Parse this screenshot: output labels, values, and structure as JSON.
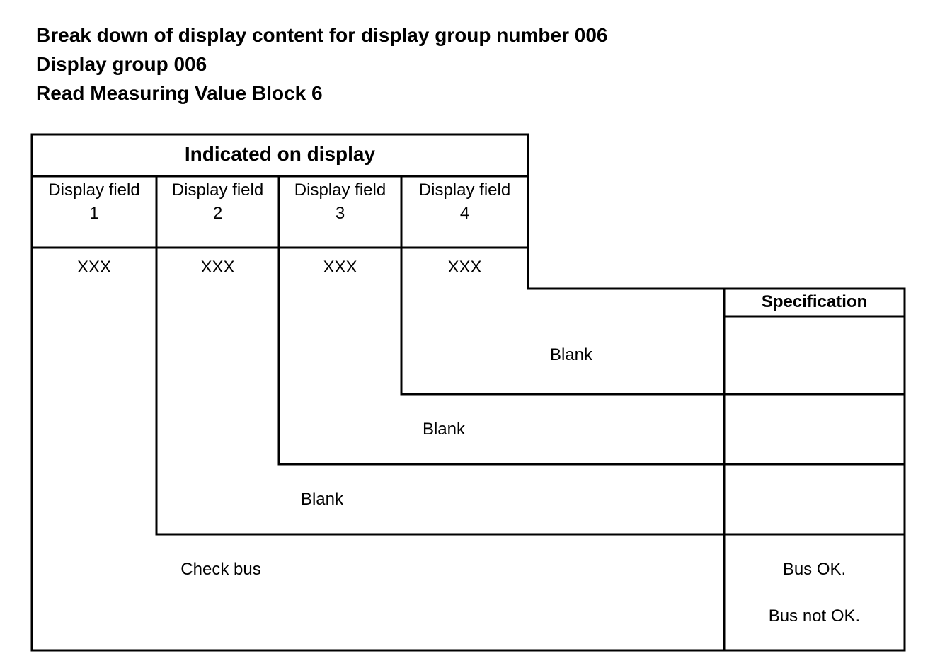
{
  "header": {
    "line1": "Break down of display content for display group number 006",
    "line2": "Display group 006",
    "line3": "Read Measuring Value Block 6"
  },
  "table": {
    "indicated_header": "Indicated on display",
    "fields": [
      {
        "line1": "Display field",
        "line2": "1",
        "value": "XXX"
      },
      {
        "line1": "Display field",
        "line2": "2",
        "value": "XXX"
      },
      {
        "line1": "Display field",
        "line2": "3",
        "value": "XXX"
      },
      {
        "line1": "Display field",
        "line2": "4",
        "value": "XXX"
      }
    ],
    "specification_header": "Specification",
    "rows": [
      {
        "field": "4",
        "description": "Blank",
        "specification": ""
      },
      {
        "field": "3",
        "description": "Blank",
        "specification": ""
      },
      {
        "field": "2",
        "description": "Blank",
        "specification": ""
      },
      {
        "field": "1",
        "description": "Check bus",
        "specification_lines": [
          "Bus OK.",
          "Bus not OK."
        ]
      }
    ]
  }
}
